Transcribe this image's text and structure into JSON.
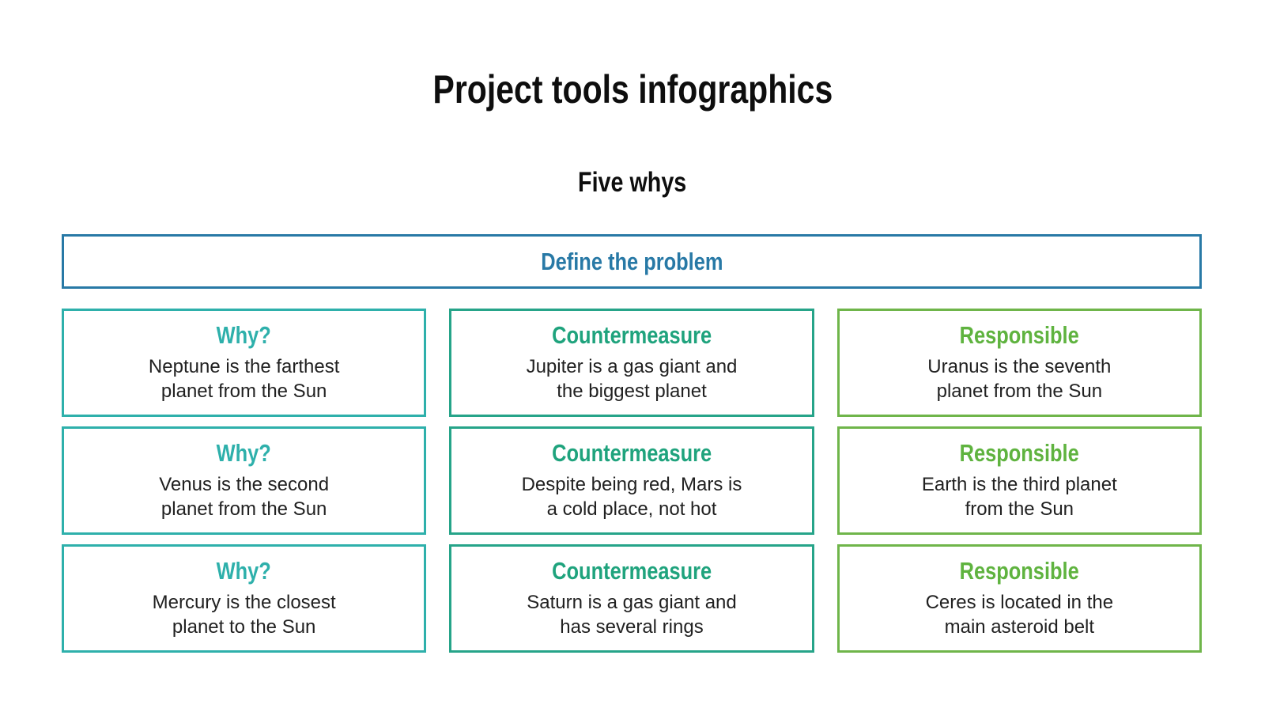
{
  "page": {
    "title": "Project tools infographics",
    "subtitle": "Five whys"
  },
  "problem": {
    "label": "Define the problem"
  },
  "colors": {
    "title_text": "#0e0e0e",
    "body_text": "#212121",
    "problem_blue": "#2879a6",
    "why_teal": "#2eb0ab",
    "countermeasure_emerald": "#1fa37d",
    "responsible_green": "#5fb33f",
    "background": "#ffffff"
  },
  "grid": {
    "rows": [
      [
        {
          "heading": "Why?",
          "text": "Neptune is the farthest\nplanet from the Sun"
        },
        {
          "heading": "Countermeasure",
          "text": "Jupiter is a gas giant and\nthe biggest planet"
        },
        {
          "heading": "Responsible",
          "text": "Uranus is the seventh\nplanet from the Sun"
        }
      ],
      [
        {
          "heading": "Why?",
          "text": "Venus is the second\nplanet from the Sun"
        },
        {
          "heading": "Countermeasure",
          "text": "Despite being red, Mars is\na cold place, not hot"
        },
        {
          "heading": "Responsible",
          "text": "Earth is the third planet\nfrom the Sun"
        }
      ],
      [
        {
          "heading": "Why?",
          "text": "Mercury is the closest\nplanet to the Sun"
        },
        {
          "heading": "Countermeasure",
          "text": "Saturn is a gas giant and\nhas several rings"
        },
        {
          "heading": "Responsible",
          "text": "Ceres is located in the\nmain asteroid belt"
        }
      ]
    ]
  }
}
